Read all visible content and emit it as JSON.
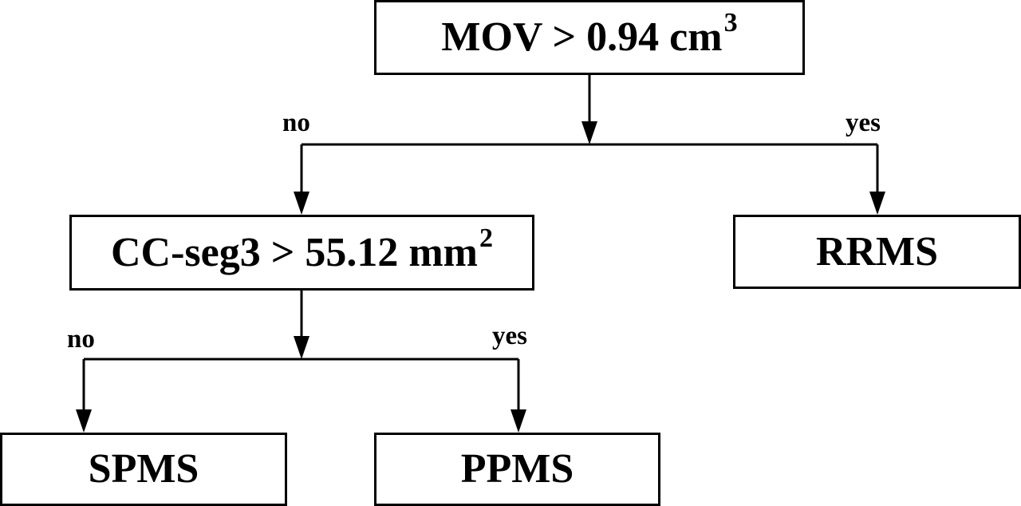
{
  "diagram": {
    "root": {
      "label": "MOV > 0.94 cm",
      "superscript": "3"
    },
    "second": {
      "label": "CC-seg3 > 55.12 mm",
      "superscript": "2"
    },
    "leaves": {
      "rrms": "RRMS",
      "spms": "SPMS",
      "ppms": "PPMS"
    },
    "branches": {
      "root_no": "no",
      "root_yes": "yes",
      "second_no": "no",
      "second_yes": "yes"
    }
  }
}
